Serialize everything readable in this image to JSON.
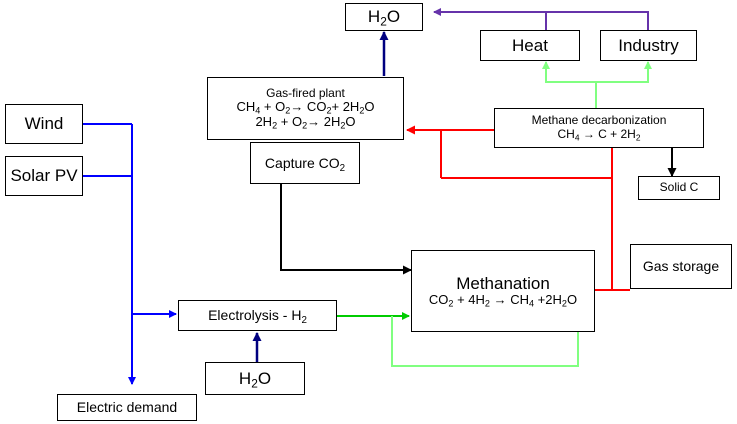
{
  "nodes": {
    "h2o_top": {
      "label": "H",
      "sub": "2",
      "label2": "O"
    },
    "heat": {
      "label": "Heat"
    },
    "industry": {
      "label": "Industry"
    },
    "gas_plant": {
      "title": "Gas-fired plant",
      "eq1": [
        "CH",
        "4",
        " + O",
        "2",
        "→ CO",
        "2",
        "+ 2H",
        "2",
        "O"
      ],
      "eq2": [
        "2H",
        "2",
        " + O",
        "2",
        "→ 2H",
        "2",
        "O"
      ]
    },
    "methane_decarb": {
      "title": "Methane decarbonization",
      "eq": [
        "CH",
        "4",
        " → C + 2H",
        "2"
      ]
    },
    "capture": {
      "label": "Capture CO",
      "sub": "2"
    },
    "solid_c": {
      "label": "Solid C"
    },
    "wind": {
      "label": "Wind"
    },
    "solar": {
      "label": "Solar PV"
    },
    "methanation": {
      "title": "Methanation",
      "eq": [
        "CO",
        "2",
        " + 4H",
        "2",
        " → CH",
        "4",
        " +2H",
        "2",
        "O"
      ]
    },
    "gas_storage": {
      "label": "Gas storage"
    },
    "electrolysis": {
      "label": "Electrolysis - H",
      "sub": "2"
    },
    "h2o_bottom": {
      "label": "H",
      "sub": "2",
      "label2": "O"
    },
    "electric_demand": {
      "label": "Electric demand"
    }
  },
  "colors": {
    "electricity": "#0000ff",
    "water": "#000080",
    "heat_industry": "#6633aa",
    "methane": "#ff0000",
    "hydrogen": "#00cc00",
    "hydrogen_light": "#80ff80",
    "carbon": "#000000"
  }
}
